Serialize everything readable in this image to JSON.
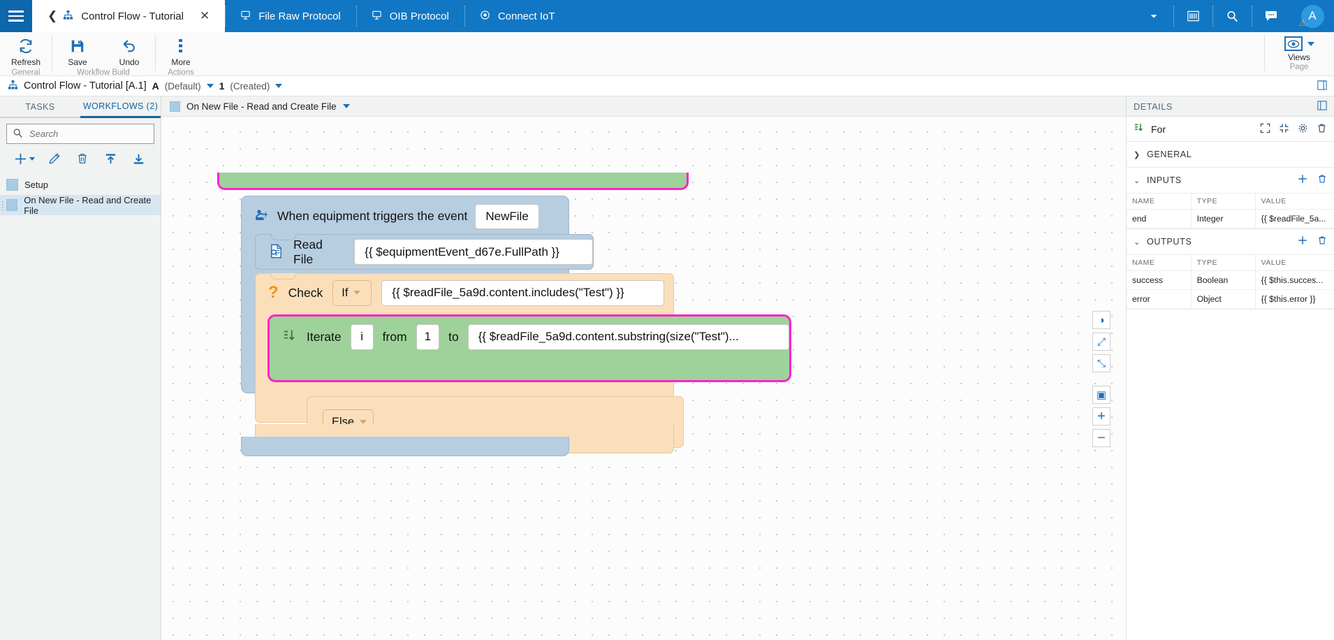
{
  "topbar": {
    "menu_icon": "hamburger-icon",
    "back_icon": "back-chevron-icon",
    "tabs": [
      {
        "label": "Control Flow - Tutorial",
        "icon": "sitemap-icon",
        "active": true,
        "closable": true
      },
      {
        "label": "File Raw Protocol",
        "icon": "monitor-icon",
        "active": false
      },
      {
        "label": "OIB Protocol",
        "icon": "monitor-icon",
        "active": false
      },
      {
        "label": "Connect IoT",
        "icon": "target-icon",
        "active": false
      }
    ],
    "right_icons": [
      "chevron-down-icon",
      "barcode-icon",
      "search-icon",
      "chat-icon"
    ],
    "avatar_letter": "A",
    "avatar_badge": "warning-icon",
    "bg_color": "#1177c4"
  },
  "ribbon": {
    "groups": [
      {
        "label": "General",
        "buttons": [
          {
            "label": "Refresh",
            "icon": "refresh-icon"
          }
        ]
      },
      {
        "label": "Workflow Build",
        "buttons": [
          {
            "label": "Save",
            "icon": "save-icon"
          },
          {
            "label": "Undo",
            "icon": "undo-icon"
          }
        ]
      },
      {
        "label": "Actions",
        "buttons": [
          {
            "label": "More",
            "icon": "more-vertical-icon"
          }
        ]
      }
    ],
    "views": {
      "label": "Views",
      "sub_label": "Page",
      "icon": "eye-icon"
    }
  },
  "breadcrumb": {
    "icon": "sitemap-icon",
    "title": "Control Flow - Tutorial [A.1]",
    "version_letter": "A",
    "version_state": "(Default)",
    "revision_number": "1",
    "revision_state": "(Created)",
    "expand_icon": "expand-panel-icon"
  },
  "left_panel": {
    "tabs": [
      {
        "label": "TASKS",
        "active": false
      },
      {
        "label": "WORKFLOWS (2)",
        "active": true
      }
    ],
    "search": {
      "placeholder": "Search",
      "value": "",
      "icon": "search-icon"
    },
    "tools": [
      {
        "name": "add-button",
        "icon": "plus-icon",
        "has_caret": true
      },
      {
        "name": "edit-button",
        "icon": "pencil-icon"
      },
      {
        "name": "delete-button",
        "icon": "trash-icon"
      },
      {
        "name": "export-button",
        "icon": "upload-icon"
      },
      {
        "name": "import-button",
        "icon": "download-icon"
      }
    ],
    "workflows": [
      {
        "label": "Setup",
        "selected": false
      },
      {
        "label": "On New File - Read and Create File",
        "selected": true
      }
    ]
  },
  "canvas": {
    "header_title": "On New File - Read and Create File",
    "header_caret": "chevron-down-icon",
    "blocks": {
      "trigger": {
        "icon": "equipment-trigger-icon",
        "label": "When equipment triggers the event",
        "value": "NewFile"
      },
      "read_file": {
        "icon": "read-file-icon",
        "label": "Read File",
        "value": "{{ $equipmentEvent_d67e.FullPath }}"
      },
      "check": {
        "icon": "question-icon",
        "label": "Check",
        "operator": "If",
        "value": "{{ $readFile_5a9d.content.includes(\"Test\") }}"
      },
      "for": {
        "icon": "iterate-icon",
        "label": "Iterate",
        "variable": "i",
        "from_label": "from",
        "from_value": "1",
        "to_label": "to",
        "to_value": "{{ $readFile_5a9d.content.substring(size(\"Test\")...",
        "selected": true,
        "selection_color": "#ff22cc"
      },
      "else": {
        "label": "Else",
        "caret": "chevron-down-icon"
      }
    },
    "controls": [
      {
        "name": "fit-color-icon",
        "glyph": "◑"
      },
      {
        "name": "expand-icon",
        "glyph": "⤢"
      },
      {
        "name": "collapse-icon",
        "glyph": "⤡"
      },
      {
        "name": "fit-to-screen-icon",
        "glyph": "▣"
      },
      {
        "name": "zoom-in-icon",
        "glyph": "+"
      },
      {
        "name": "zoom-out-icon",
        "glyph": "−"
      }
    ]
  },
  "details": {
    "panel_title": "DETAILS",
    "collapse_icon": "collapse-panel-icon",
    "node_icon": "iterate-icon",
    "node_title": "For",
    "node_actions": [
      "expand-icon",
      "collapse-icon",
      "gear-icon",
      "trash-icon"
    ],
    "sections": [
      {
        "name": "GENERAL",
        "expanded": false,
        "has_add": false
      },
      {
        "name": "INPUTS",
        "expanded": true,
        "has_add": true,
        "columns": [
          "NAME",
          "TYPE",
          "VALUE"
        ],
        "rows": [
          [
            "end",
            "Integer",
            "{{ $readFile_5a..."
          ]
        ]
      },
      {
        "name": "OUTPUTS",
        "expanded": true,
        "has_add": true,
        "columns": [
          "NAME",
          "TYPE",
          "VALUE"
        ],
        "rows": [
          [
            "success",
            "Boolean",
            "{{ $this.succes..."
          ],
          [
            "error",
            "Object",
            "{{ $this.error }}"
          ]
        ]
      }
    ]
  }
}
